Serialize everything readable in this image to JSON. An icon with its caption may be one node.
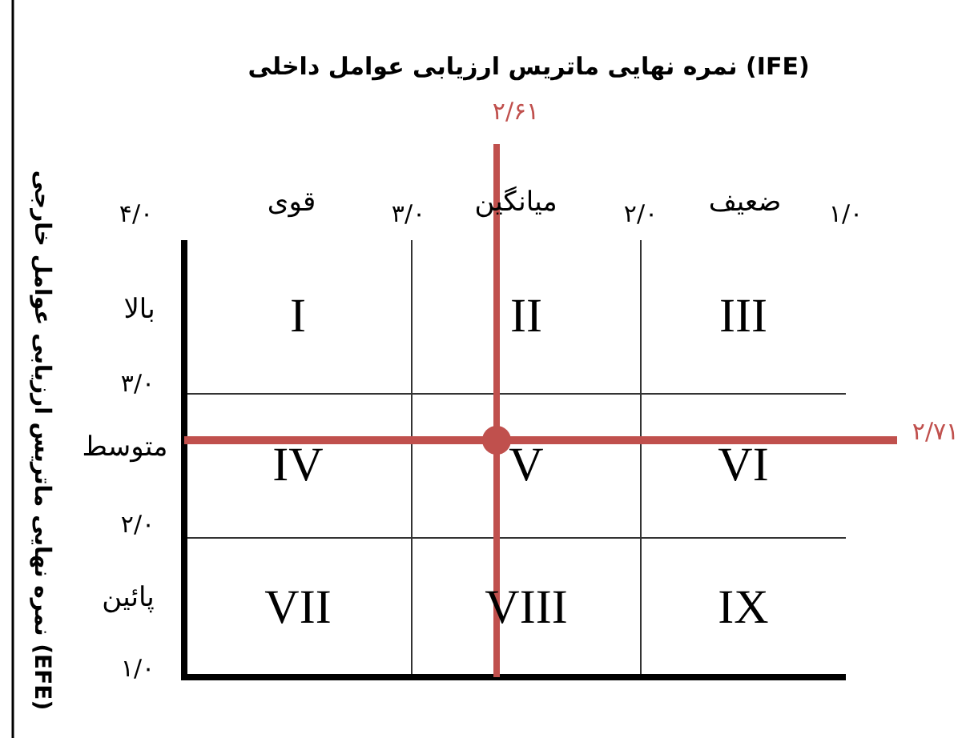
{
  "diagram": {
    "title": "نمره نهایی ماتریس ارزیابی عوامل داخلی (IFE)",
    "nodes": [
      {
        "text": [
          "I"
        ]
      },
      {
        "text": [
          "II"
        ]
      },
      {
        "text": [
          "III"
        ]
      },
      {
        "text": [
          "IV"
        ]
      },
      {
        "text": [
          "V"
        ]
      },
      {
        "text": [
          "VI"
        ]
      },
      {
        "text": [
          "VII"
        ]
      },
      {
        "text": [
          "VIII"
        ]
      },
      {
        "text": [
          "IX"
        ]
      }
    ],
    "labels": [
      "۲/۶۱",
      "۴/۰",
      "قوی",
      "۳/۰",
      "میانگین",
      "۲/۰",
      "ضعیف",
      "۱/۰",
      "بالا",
      "۳/۰",
      "متوسط",
      "۲/۰",
      "پائین",
      "۱/۰",
      "۲/۷۱",
      "نمره نهایی ماتریس ارزیابی عوامل خارجی (EFE)"
    ]
  }
}
